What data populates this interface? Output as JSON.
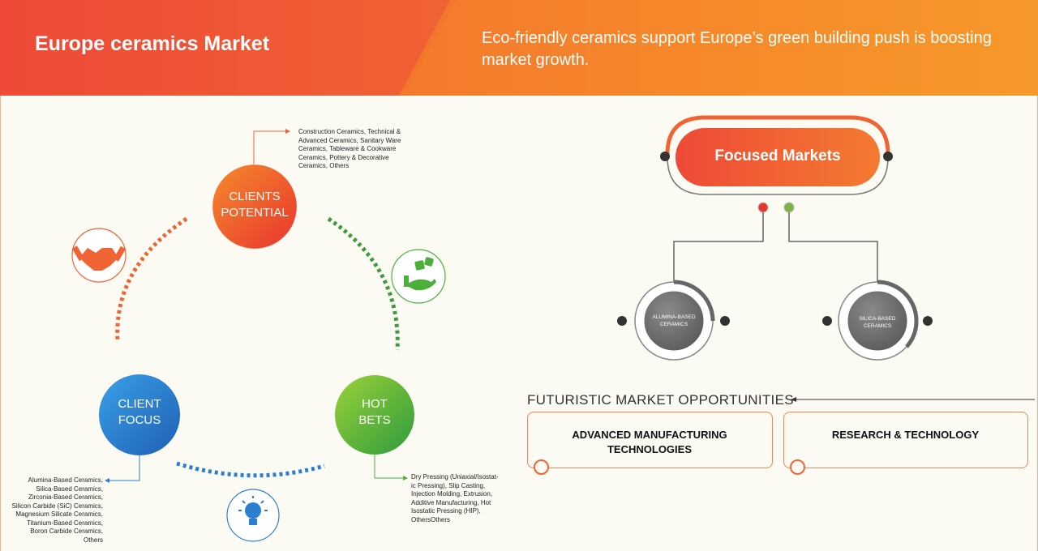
{
  "header": {
    "title": "Europe ceramics Market",
    "subtitle": "Eco-friendly ceramics support Europe’s green building push is boosting market growth."
  },
  "cycle": {
    "clients_potential": {
      "label_line1": "CLIENTS",
      "label_line2": "POTENTIAL",
      "details": [
        "Construction Ceramics, Technical &",
        "Advanced Ceramics, Sanitary Ware",
        "Ceramics, Tableware & Cookware",
        "Ceramics, Pottery & Decorative",
        "Ceramics, Others"
      ],
      "icon": "handshake-icon"
    },
    "hot_bets": {
      "label_line1": "HOT",
      "label_line2": "BETS",
      "details": [
        "Dry Pressing (Uniaxial/Isostat-",
        "ic Pressing), Slip Casting,",
        "Injection Molding, Extrusion,",
        "Additive Manufacturing, Hot",
        "Isostatic Pressing (HIP),",
        "OthersOthers"
      ],
      "icon": "dice-hand-icon"
    },
    "client_focus": {
      "label_line1": "CLIENT",
      "label_line2": "FOCUS",
      "details": [
        "Alumina-Based Ceramics,",
        "Silica-Based Ceramics,",
        "Zirconia-Based Ceramics,",
        "Silicon Carbide (SiC) Ceramics,",
        "Magnesium Silicate Ceramics,",
        "Titanium-Based Ceramics,",
        "Boron Carbide Ceramics,",
        "Others"
      ],
      "icon": "lightbulb-icon"
    }
  },
  "focused_markets": {
    "title": "Focused Markets",
    "segments": [
      {
        "line1": "ALUMINA-BASED",
        "line2": "CERAMICS"
      },
      {
        "line1": "SILICA-BASED",
        "line2": "CERAMICS"
      }
    ]
  },
  "futuristic": {
    "title": "FUTURISTIC MARKET OPPORTUNITIES",
    "boxes": [
      {
        "line1": "ADVANCED MANUFACTURING",
        "line2": "TECHNOLOGIES"
      },
      {
        "line1": "RESEARCH & TECHNOLOGY",
        "line2": ""
      }
    ]
  },
  "colors": {
    "orange": "#f06433",
    "green": "#4caf3b",
    "blue": "#2b7fd0",
    "grey": "#707070"
  }
}
